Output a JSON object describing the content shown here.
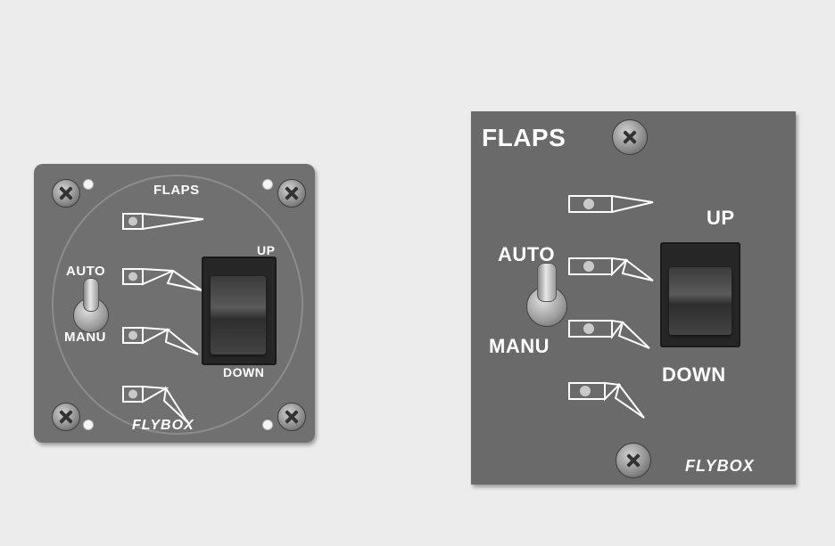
{
  "left_panel": {
    "title": "FLAPS",
    "up_label": "UP",
    "down_label": "DOWN",
    "auto_label": "AUTO",
    "manu_label": "MANU",
    "brand": "FLYBOX"
  },
  "right_panel": {
    "title": "FLAPS",
    "up_label": "UP",
    "down_label": "DOWN",
    "auto_label": "AUTO",
    "manu_label": "MANU",
    "brand": "FLYBOX"
  },
  "colors": {
    "panel_gray": "#6f6f6f",
    "label_white": "#ffffff",
    "rocker_black": "#2a2a2a",
    "page_background": "#ececec"
  },
  "icons": [
    "screw-icon",
    "flap-position-icon",
    "toggle-switch",
    "rocker-switch"
  ]
}
